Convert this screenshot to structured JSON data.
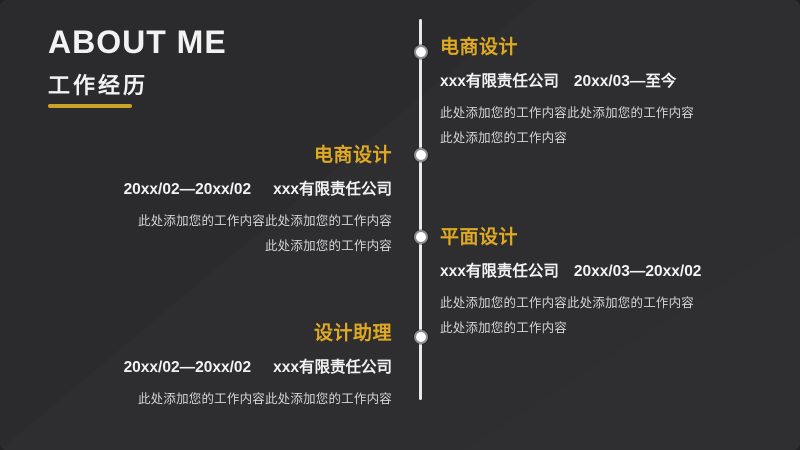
{
  "header": {
    "title": "ABOUT ME",
    "subtitle": "工作经历"
  },
  "timeline": {
    "entries": [
      {
        "side": "right",
        "title": "电商设计",
        "company": "xxx有限责任公司",
        "dates": "20xx/03—至今",
        "desc1": "此处添加您的工作内容此处添加您的工作内容",
        "desc2": "此处添加您的工作内容"
      },
      {
        "side": "left",
        "title": "电商设计",
        "dates": "20xx/02—20xx/02",
        "company": "xxx有限责任公司",
        "desc1": "此处添加您的工作内容此处添加您的工作内容",
        "desc2": "此处添加您的工作内容"
      },
      {
        "side": "right",
        "title": "平面设计",
        "company": "xxx有限责任公司",
        "dates": "20xx/03—20xx/02",
        "desc1": "此处添加您的工作内容此处添加您的工作内容",
        "desc2": "此处添加您的工作内容"
      },
      {
        "side": "left",
        "title": "设计助理",
        "dates": "20xx/02—20xx/02",
        "company": "xxx有限责任公司",
        "desc1": "此处添加您的工作内容此处添加您的工作内容"
      }
    ]
  },
  "colors": {
    "bg": "#2e2e30",
    "accent": "#dfa922",
    "underline": "#c9a227",
    "line": "#e8e8e8",
    "text": "#f2f2f2",
    "desc": "#d4d4d4"
  }
}
